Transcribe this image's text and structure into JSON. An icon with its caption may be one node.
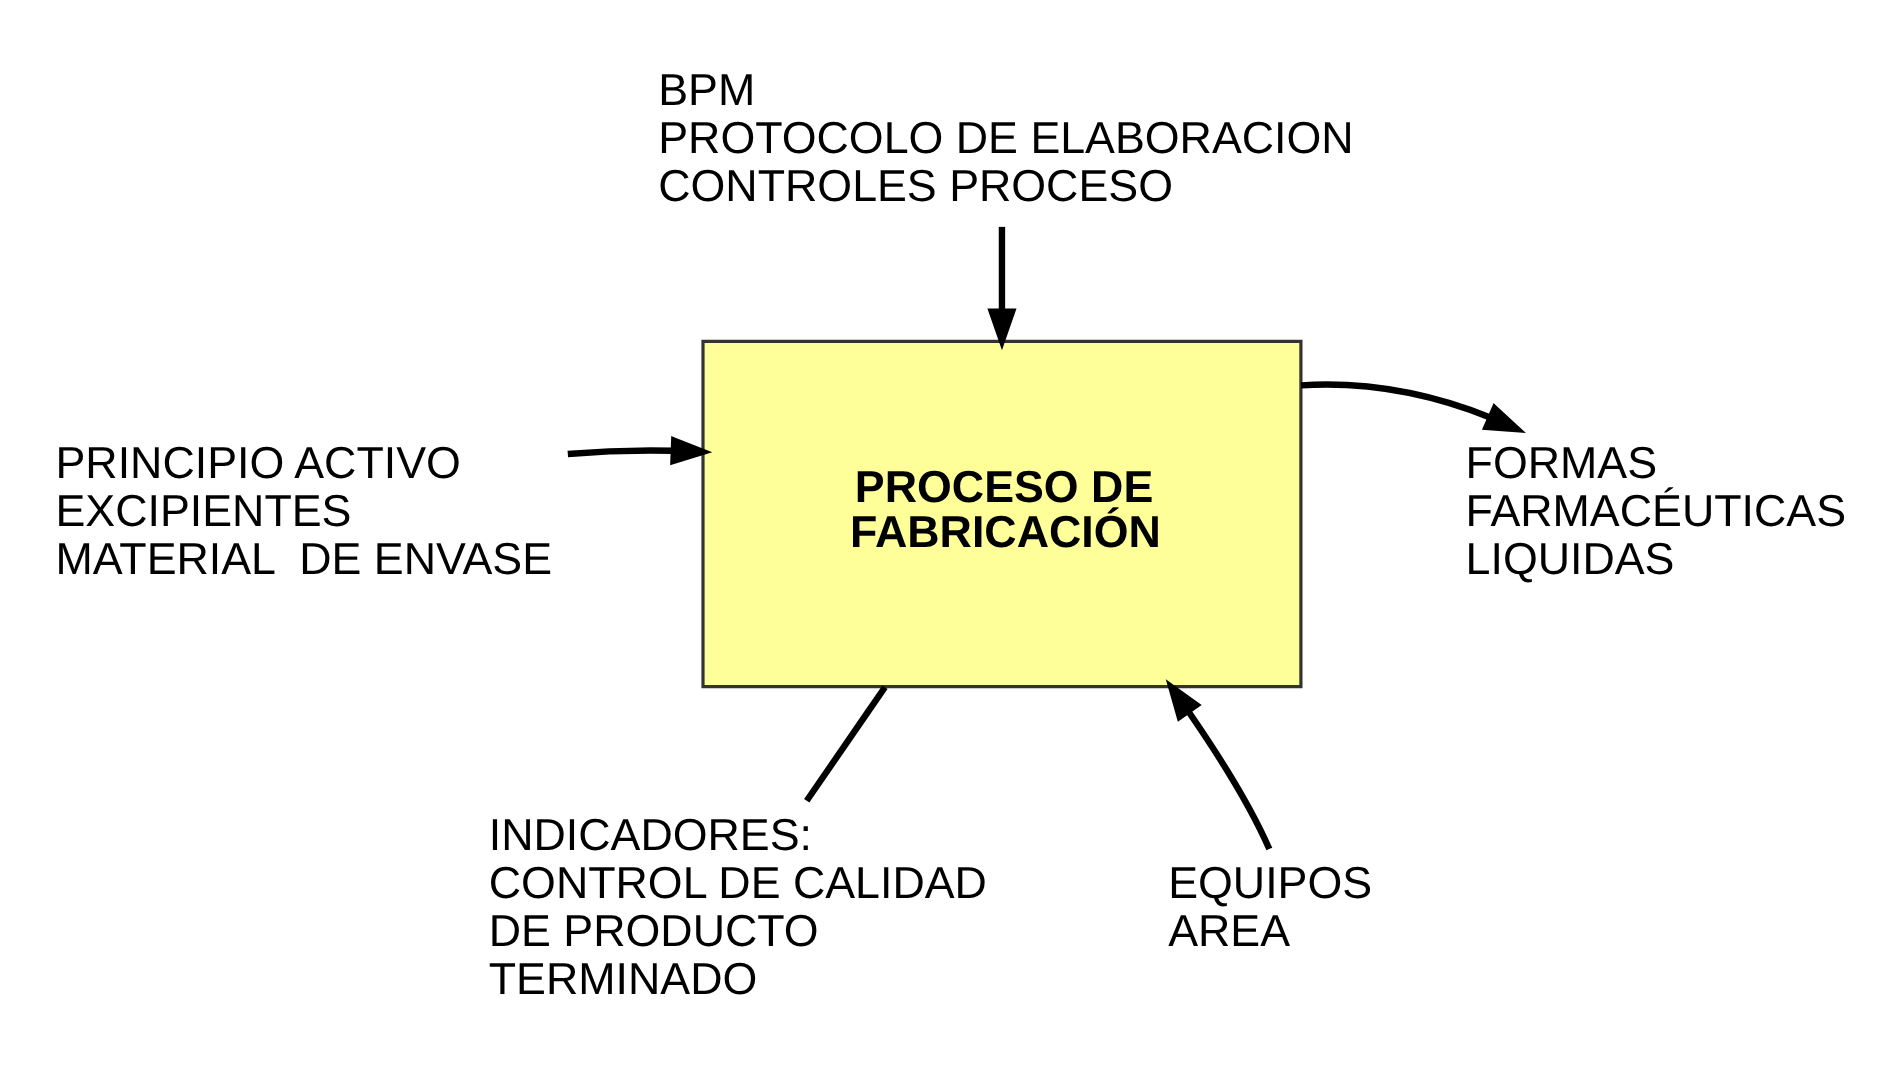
{
  "diagram": {
    "nodes": [
      {
        "text": [
          "BPM",
          "PROTOCOLO DE ELABORACION",
          "CONTROLES PROCESO"
        ]
      },
      {
        "text": [
          "PRINCIPIO ACTIVO",
          "EXCIPIENTES",
          "MATERIAL  DE ENVASE"
        ]
      },
      {
        "text": [
          "PROCESO DE FABRICACIÓN"
        ]
      },
      {
        "text": [
          "FORMAS FARMACÉUTICAS LIQUIDAS"
        ]
      },
      {
        "text": [
          "INDICADORES:",
          "CONTROL DE CALIDAD DE PRODUCTO TERMINADO"
        ]
      },
      {
        "text": [
          "EQUIPOS",
          "AREA"
        ]
      }
    ],
    "edges": [
      {
        "from": 0,
        "to": 2,
        "arrow": "to"
      },
      {
        "from": 1,
        "to": 2,
        "arrow": "to"
      },
      {
        "from": 2,
        "to": 3,
        "arrow": "to"
      },
      {
        "from": 2,
        "to": 4,
        "arrow": "none"
      },
      {
        "from": 5,
        "to": 2,
        "arrow": "to"
      }
    ]
  }
}
